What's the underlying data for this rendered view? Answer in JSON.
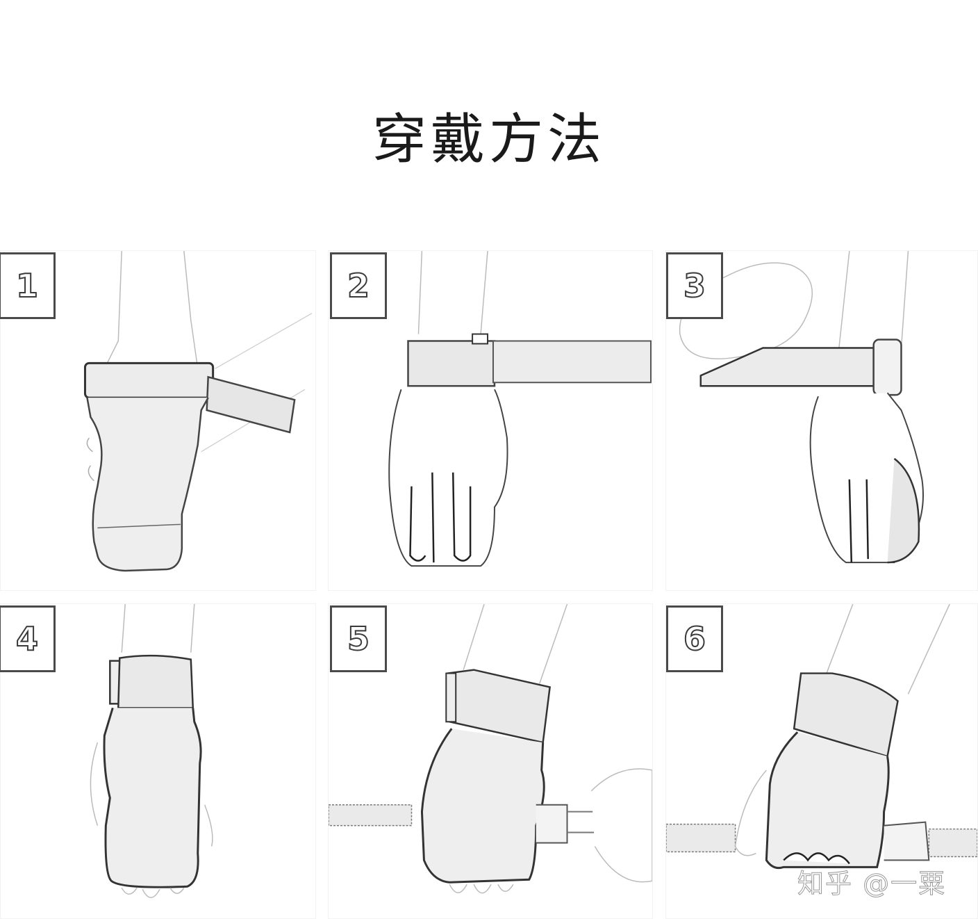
{
  "title": "穿戴方法",
  "steps": [
    {
      "number": "1",
      "description": "hand inserted with fingers through grip pad loop, strap open"
    },
    {
      "number": "2",
      "description": "strap wrapped across back of wrist, extended to the side"
    },
    {
      "number": "3",
      "description": "other hand pulls strap through buckle to tighten"
    },
    {
      "number": "4",
      "description": "grip pad fully secured, palm view"
    },
    {
      "number": "5",
      "description": "gripping barbell with pad, other hand holding bar end"
    },
    {
      "number": "6",
      "description": "gripping barbell with pad wrapped around bar"
    }
  ],
  "watermark": "知乎 @一粟",
  "colors": {
    "background": "#ffffff",
    "line": "#3a3a3a",
    "badge_border": "#4a4a4a",
    "fabric_fill": "#e9e9e9"
  }
}
